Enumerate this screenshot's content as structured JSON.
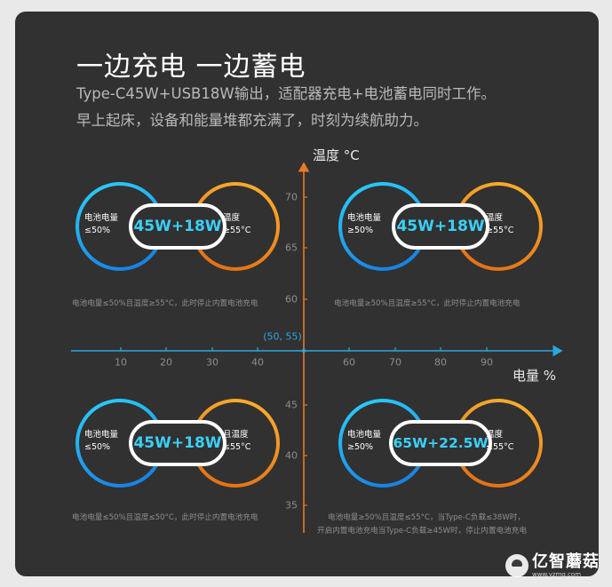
{
  "title": "一边充电 一边蓄电",
  "subtitle_line1": "Type-C45W+USB18W输出，适配器充电+电池蓄电同时工作。",
  "subtitle_line2": "早上起床，设备和能量堆都充满了，时刻为续航助力。",
  "axes": {
    "y_title": "温度 °C",
    "x_title": "电量 %",
    "origin_label": "(50, 55)",
    "x_ticks": [
      "10",
      "20",
      "30",
      "40",
      "60",
      "70",
      "80",
      "90"
    ],
    "y_ticks_upper": [
      "70",
      "65",
      "60"
    ],
    "y_ticks_lower": [
      "45",
      "40",
      "35"
    ],
    "colors": {
      "x_axis": "#2aa9e0",
      "y_axis": "#e8782a"
    }
  },
  "quadrants": {
    "top_left": {
      "power": "45W+18W",
      "left_line1": "电池电量",
      "left_line2": "≤50%",
      "right_line1": "温度",
      "right_line2": "≥55°C",
      "caption_line1": "电池电量≤50%且温度≥55°C，此时停止内置电池充电",
      "caption_line2": ""
    },
    "top_right": {
      "power": "45W+18W",
      "left_line1": "电池电量",
      "left_line2": "≥50%",
      "right_line1": "温度",
      "right_line2": "≥55°C",
      "caption_line1": "电池电量≥50%且温度≥55°C，此时停止内置电池充电",
      "caption_line2": ""
    },
    "bottom_left": {
      "power": "45W+18W",
      "left_line1": "电池电量",
      "left_line2": "≤50%",
      "right_line1": "且温度",
      "right_line2": "≤55°C",
      "caption_line1": "电池电量≤50%且温度≤50°C，此时停止内置电池充电",
      "caption_line2": ""
    },
    "bottom_right": {
      "power": "65W+22.5W",
      "left_line1": "电池电量",
      "left_line2": "≥50%",
      "right_line1": "温度",
      "right_line2": "≤55°C",
      "caption_line1": "电池电量≥50%且温度≤55°C，当Type-C负载≤38W时，",
      "caption_line2": "开启内置电池充电当Type-C负载≥45W时，停止内置电池充电"
    }
  },
  "watermark": {
    "name": "亿智蘑菇",
    "url": "www.yzmg.com"
  }
}
